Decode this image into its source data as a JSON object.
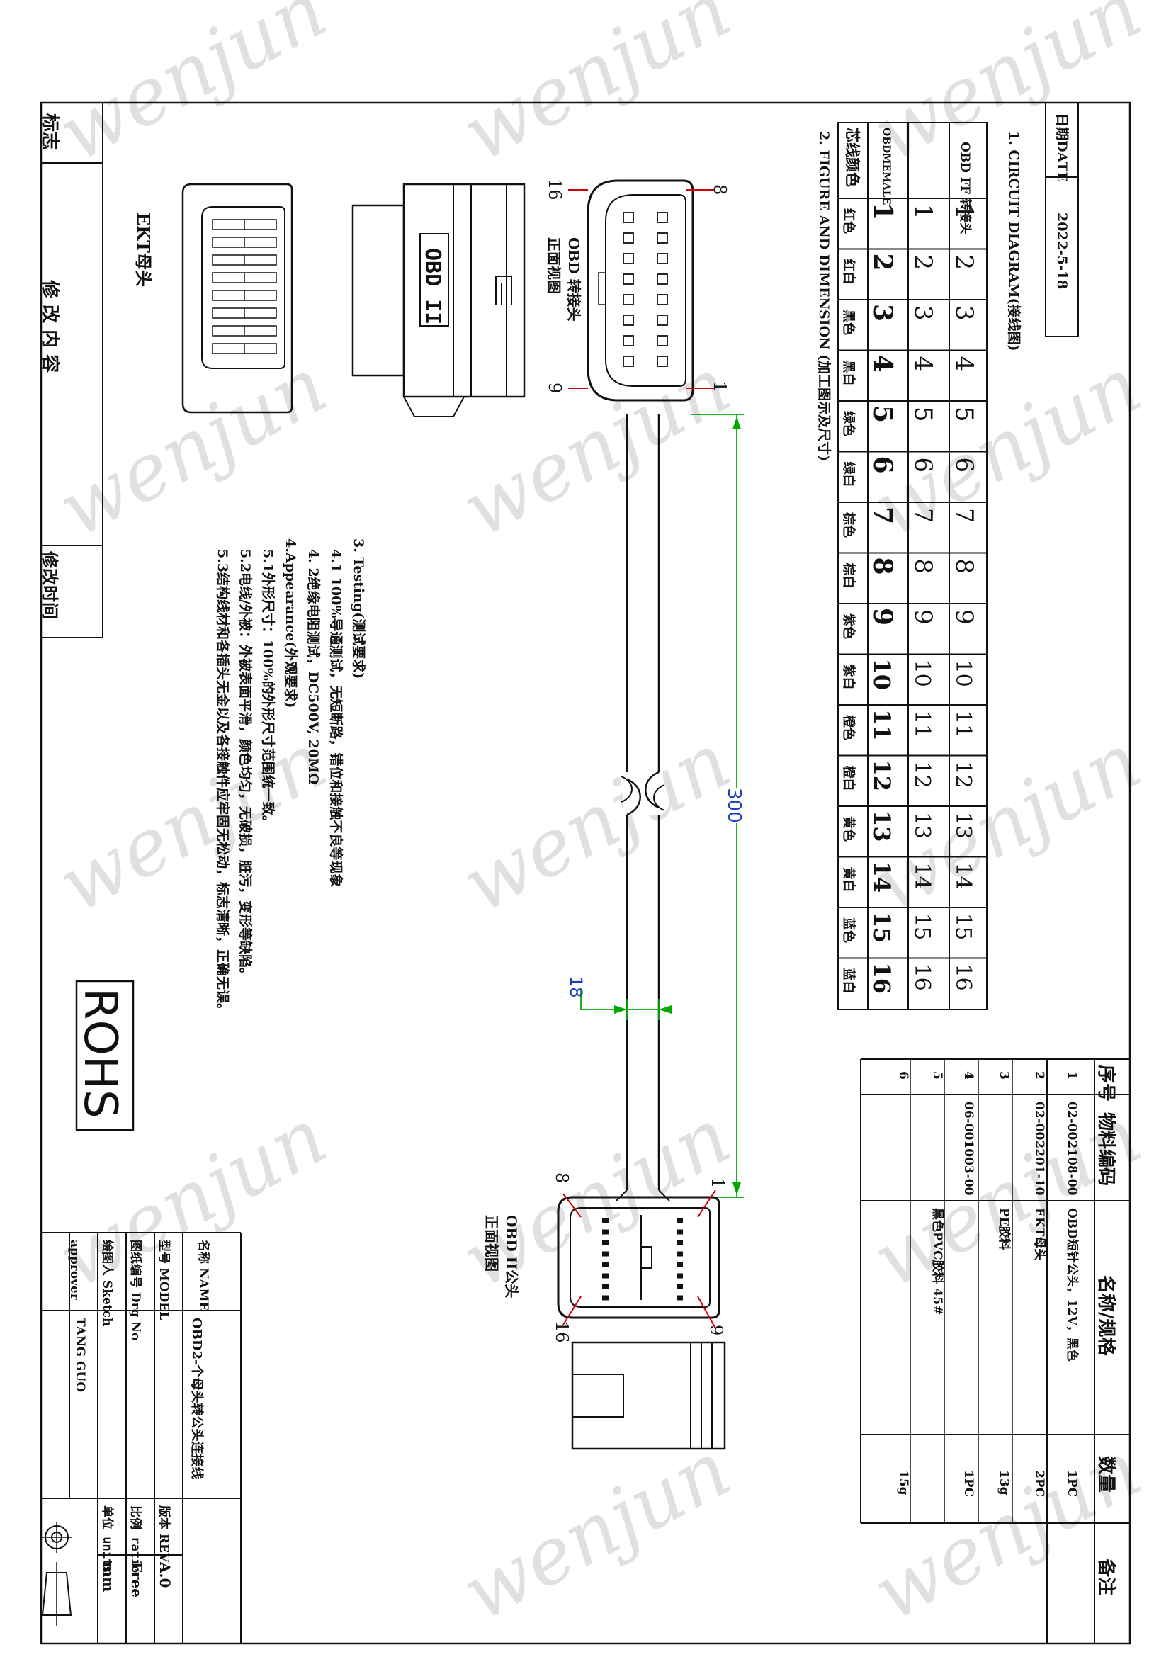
{
  "watermark": "wenjun",
  "header": {
    "date_label": "日期DATE",
    "date_value": "2022-5-18"
  },
  "sections": {
    "circuit": "1. CIRCUIT DIAGRAM(接线图)",
    "figure": "2. FIGURE AND DIMENSION (加工图示及尺寸)"
  },
  "circuit_table": {
    "row_labels": [
      "OBD FF 转接头",
      "OBDMEMALE",
      "芯线颜色"
    ],
    "ff_pins": [
      "1",
      "2",
      "3",
      "4",
      "5",
      "6",
      "7",
      "8",
      "9",
      "10",
      "11",
      "12",
      "13",
      "14",
      "15",
      "16"
    ],
    "male_pins": [
      "1",
      "2",
      "3",
      "4",
      "5",
      "6",
      "7",
      "8",
      "9",
      "10",
      "11",
      "12",
      "13",
      "14",
      "15",
      "16"
    ],
    "wire_ids": [
      "1",
      "2",
      "3",
      "4",
      "5",
      "6",
      "7",
      "8",
      "9",
      "10",
      "11",
      "12",
      "13",
      "14",
      "15",
      "16"
    ],
    "colors": [
      "红色",
      "红白",
      "黑色",
      "黑白",
      "绿色",
      "绿白",
      "棕色",
      "棕白",
      "紫色",
      "紫白",
      "橙色",
      "橙白",
      "黄色",
      "黄白",
      "蓝色",
      "蓝白"
    ]
  },
  "connectors": {
    "female_label_1": "OBD 转接头",
    "female_label_2": "正面视图",
    "male_label_1": "OBD II公头",
    "male_label_2": "正面视图",
    "female_pin_8": "8",
    "female_pin_1": "1",
    "female_pin_16": "16",
    "female_pin_9": "9",
    "male_pin_8": "8",
    "male_pin_1": "1",
    "male_pin_16": "16",
    "male_pin_9": "9",
    "housing_text": "OBD II",
    "key_label": "EKT母头"
  },
  "dimensions": {
    "length": "300",
    "diameter": "18"
  },
  "notes": [
    "3. Testing(测试要求)",
    "4.1 100%导通测试，无短断路，错位和接触不良等现象",
    "4. 2绝缘电阻测试，DC500V, 20MΩ",
    "4.Appearance(外观要求)",
    "5.1外形尺寸：100%的外形尺寸范围统一致。",
    "5.2电线/外被：外被表面平滑，颜色均匀，无破损，脏污，变形等缺陷。",
    "5.3结构线材和各插头无金以及各接触件应牢固无松动，标志清晰，正确无误。"
  ],
  "rohs": "ROHS",
  "bom": {
    "headers": [
      "序号",
      "物料编码",
      "名称/规格",
      "数量",
      "备注"
    ],
    "rows": [
      {
        "no": "1",
        "code": "02-002108-00",
        "name": "OBD短针公头，12V，黑色",
        "qty": "1PC",
        "remark": ""
      },
      {
        "no": "2",
        "code": "02-002201-10",
        "name": "EKT母头",
        "qty": "2PC",
        "remark": ""
      },
      {
        "no": "3",
        "code": "",
        "name": "PE胶料",
        "qty": "13g",
        "remark": ""
      },
      {
        "no": "4",
        "code": "06-001003-00",
        "name": "",
        "qty": "1PC",
        "remark": ""
      },
      {
        "no": "5",
        "code": "",
        "name": "黑色PVC胶料 45#",
        "qty": "",
        "remark": ""
      },
      {
        "no": "6",
        "code": "",
        "name": "",
        "qty": "15g",
        "remark": ""
      }
    ]
  },
  "revision": {
    "mark_label": "标志",
    "content_label": "修 改 内 容",
    "time_label": "修改时间"
  },
  "title_block": {
    "name_label": "名称 NAME",
    "name_value": "OBD2-个母头转公头连接线",
    "model_label": "型号 MODEL",
    "drg_label": "图纸编号 Drg No",
    "sketch_label": "绘图人 Sketch",
    "sketch_value": "TANG GUO",
    "approver_label": "approver",
    "rev_label": "版本 REV",
    "rev_value": "A.0",
    "ratio_label": "比例 ratio",
    "ratio_value": "Free",
    "units_label": "单位 units",
    "units_value": "mm"
  }
}
